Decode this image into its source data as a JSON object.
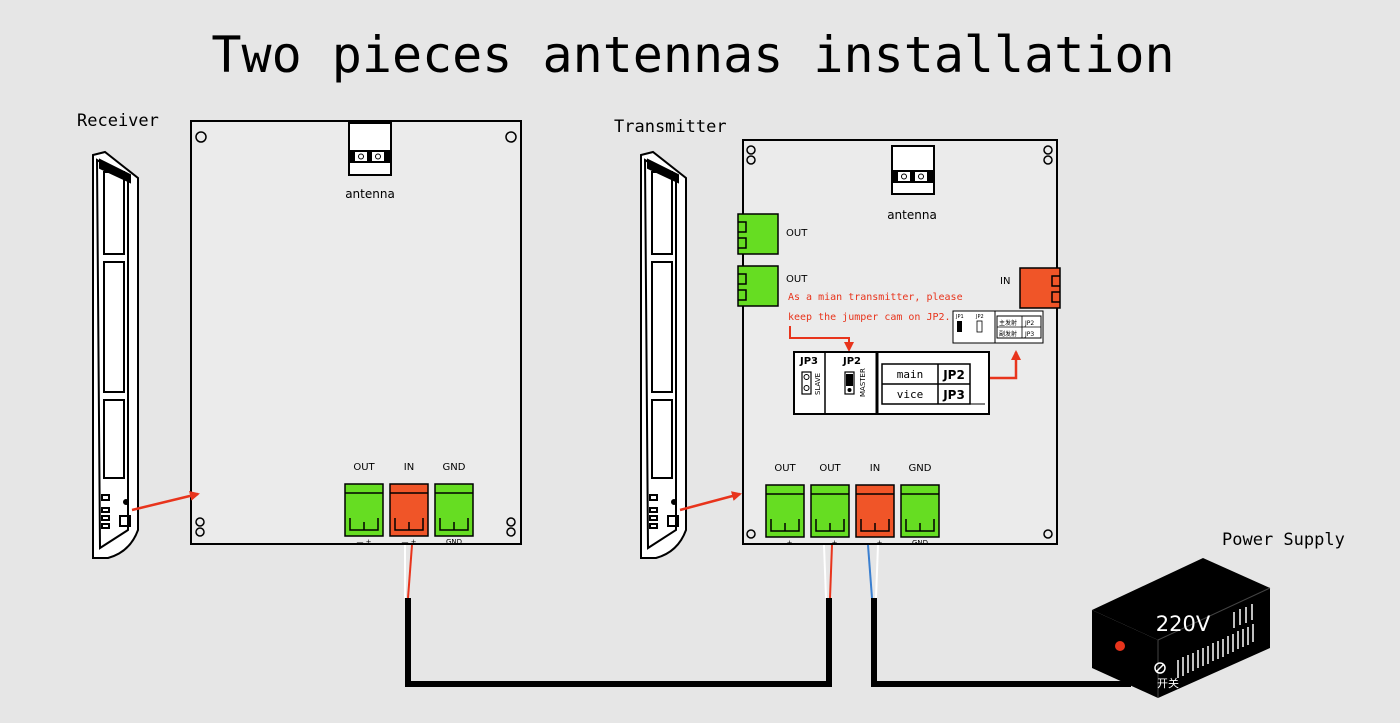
{
  "title": "Two pieces antennas installation",
  "receiver": {
    "label": "Receiver",
    "antenna_label": "antenna",
    "terminals": [
      {
        "label": "OUT",
        "color": "#66dd22",
        "pins": "—  +"
      },
      {
        "label": "IN",
        "color": "#f05528",
        "pins": "—  +"
      },
      {
        "label": "GND",
        "color": "#66dd22",
        "pins": "GND"
      }
    ]
  },
  "transmitter": {
    "label": "Transmitter",
    "antenna_label": "antenna",
    "side_terminals": [
      {
        "label": "OUT",
        "color": "#66dd22"
      },
      {
        "label": "OUT",
        "color": "#66dd22"
      }
    ],
    "in_terminal": {
      "label": "IN",
      "color": "#f05528"
    },
    "note_line1": "As a mian transmitter, please",
    "note_line2": "keep the jumper cam on JP2.",
    "jumper_panel": {
      "jp3": "JP3",
      "jp2": "JP2",
      "slave": "SLAVE",
      "master": "MASTER",
      "rows": [
        {
          "name": "main",
          "jp": "JP2"
        },
        {
          "name": "vice",
          "jp": "JP3"
        }
      ]
    },
    "mini_panel": {
      "jp1": "JP1",
      "jp2": "JP2",
      "cn1": "主发射",
      "cn2": "副发射",
      "row_jp2": "JP2",
      "row_jp3": "JP3"
    },
    "terminals": [
      {
        "label": "OUT",
        "color": "#66dd22",
        "pins": "—  +"
      },
      {
        "label": "OUT",
        "color": "#66dd22",
        "pins": "—  +"
      },
      {
        "label": "IN",
        "color": "#f05528",
        "pins": "—  +"
      },
      {
        "label": "GND",
        "color": "#66dd22",
        "pins": "GND"
      }
    ]
  },
  "power_supply": {
    "label": "Power Supply",
    "voltage": "220V",
    "switch_label": "开关"
  },
  "colors": {
    "accent_red": "#e8341c",
    "terminal_green": "#66dd22",
    "terminal_orange": "#f05528",
    "wire_blue": "#3a7fd0"
  }
}
